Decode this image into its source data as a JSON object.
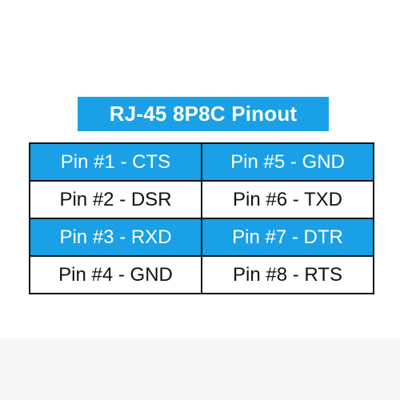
{
  "title": "RJ-45 8P8C Pinout",
  "colors": {
    "accent_blue": "#1aa0e6",
    "text_dark": "#111111",
    "text_light": "#ffffff",
    "border": "#111111"
  },
  "rows": [
    {
      "style": "blue",
      "left": "Pin #1 - CTS",
      "right": "Pin #5 - GND"
    },
    {
      "style": "white",
      "left": "Pin #2 - DSR",
      "right": "Pin #6 - TXD"
    },
    {
      "style": "blue",
      "left": "Pin #3 - RXD",
      "right": "Pin #7 - DTR"
    },
    {
      "style": "white",
      "left": "Pin #4 - GND",
      "right": "Pin #8 - RTS"
    }
  ]
}
